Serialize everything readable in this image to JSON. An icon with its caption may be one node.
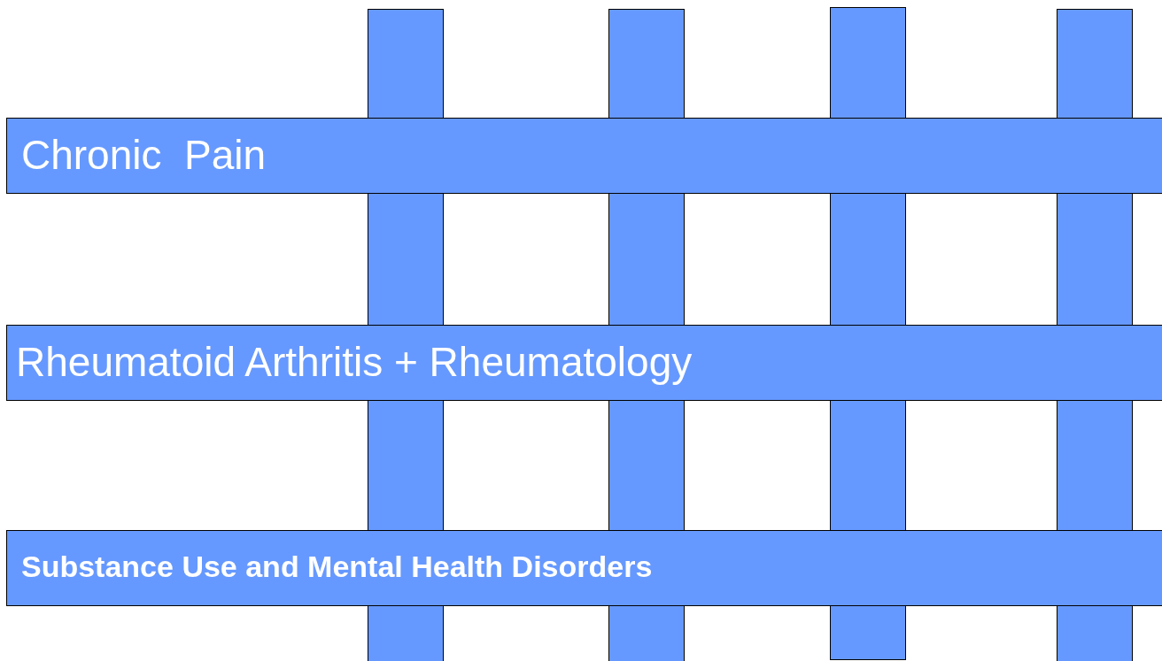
{
  "diagram": {
    "nodes": [
      {
        "text": [],
        "shape": "bar"
      },
      {
        "text": [],
        "shape": "bar"
      },
      {
        "text": [],
        "shape": "bar"
      },
      {
        "text": [],
        "shape": "bar"
      },
      {
        "text": [
          "Chronic  Pain"
        ]
      },
      {
        "text": [
          "Rheumatoid Arthritis + Rheumatology"
        ]
      },
      {
        "text": [
          "Substance Use and Mental Health Disorders"
        ]
      }
    ]
  }
}
